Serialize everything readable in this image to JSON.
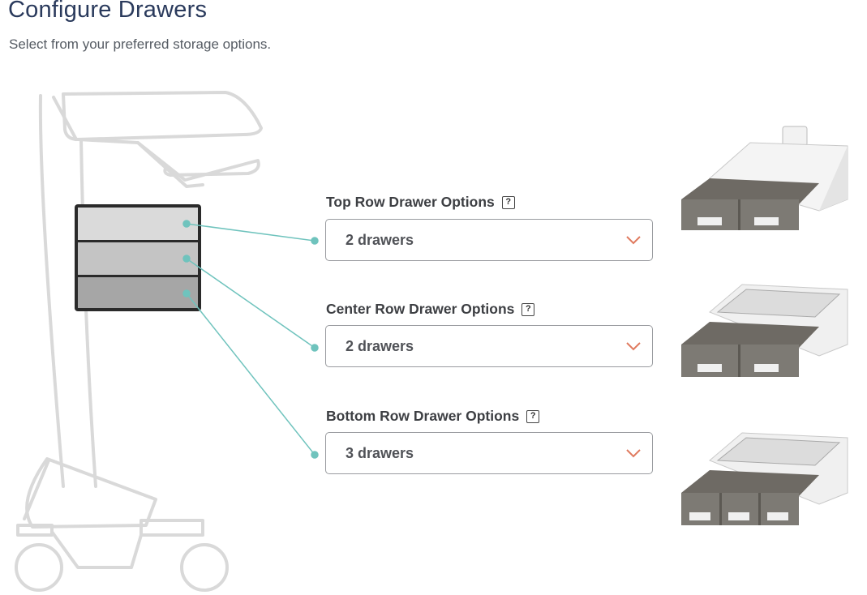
{
  "header": {
    "title": "Configure Drawers",
    "subtitle": "Select from your preferred storage options."
  },
  "options": [
    {
      "label": "Top Row Drawer Options",
      "help": "?",
      "value": "2 drawers"
    },
    {
      "label": "Center Row Drawer Options",
      "help": "?",
      "value": "2 drawers"
    },
    {
      "label": "Bottom Row Drawer Options",
      "help": "?",
      "value": "3 drawers"
    }
  ],
  "colors": {
    "title": "#2a3a5c",
    "connector": "#6fc3bd",
    "chevron": "#e07a5f"
  }
}
